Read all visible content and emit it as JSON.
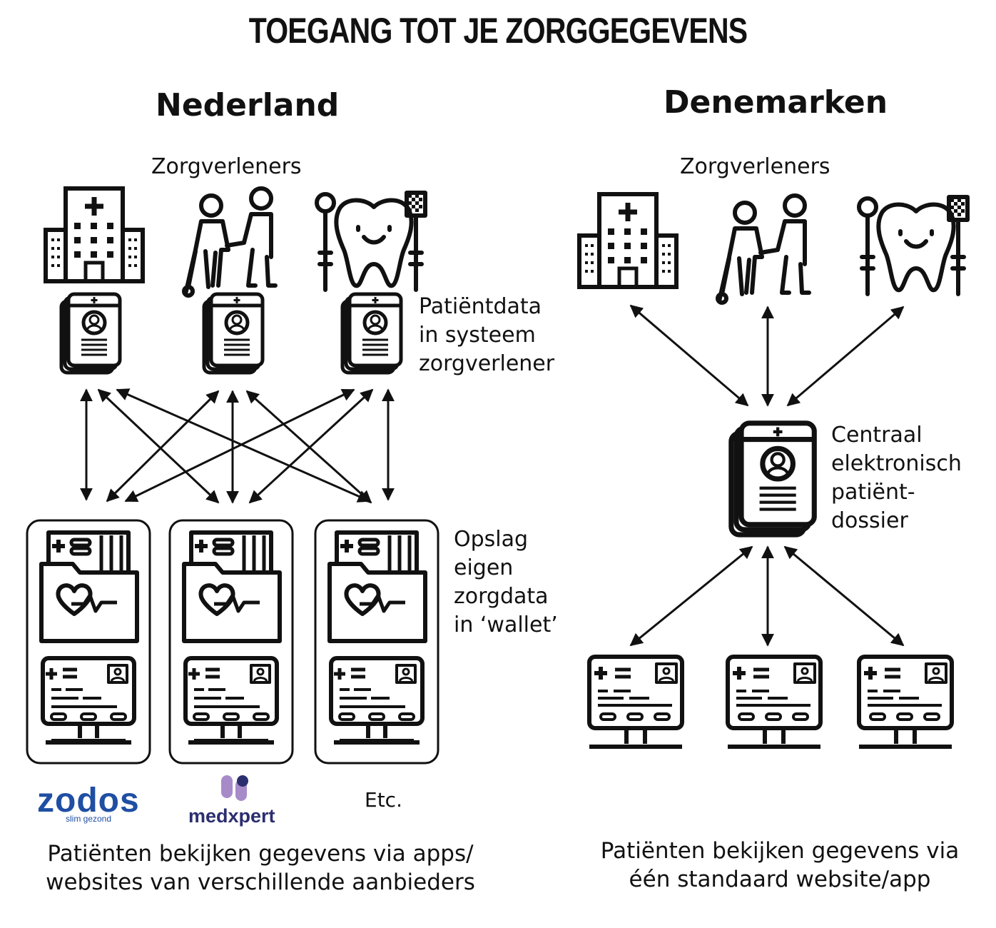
{
  "title": "TOEGANG TOT JE ZORGGEGEVENS",
  "nl": {
    "heading": "Nederland",
    "providers_label": "Zorgverleners",
    "patientdata_label": [
      "Patiëntdata",
      "in systeem",
      "zorgverlener"
    ],
    "wallet_label": [
      "Opslag",
      "eigen",
      "zorgdata",
      "in ‘wallet’"
    ],
    "logos": {
      "zodos": "zodos",
      "zodos_tagline": "slim gezond",
      "medxpert": "medxpert",
      "etc": "Etc."
    },
    "caption": [
      "Patiënten bekijken gegevens via apps/",
      "websites van verschillende aanbieders"
    ]
  },
  "dk": {
    "heading": "Denemarken",
    "providers_label": "Zorgverleners",
    "central_label": [
      "Centraal",
      "elektronisch",
      "patiënt-",
      "dossier"
    ],
    "caption": [
      "Patiënten bekijken gegevens via",
      "één standaard website/app"
    ]
  },
  "colors": {
    "ink": "#111111",
    "zodos_blue": "#1f4fa3",
    "medxpert_navy": "#2b2e6e",
    "medxpert_purple": "#a78bc9"
  },
  "icons": [
    "hospital-icon",
    "caregiver-icon",
    "dentist-icon",
    "patient-record-icon",
    "health-wallet-icon",
    "computer-screen-icon",
    "bidirectional-arrow-icon"
  ]
}
